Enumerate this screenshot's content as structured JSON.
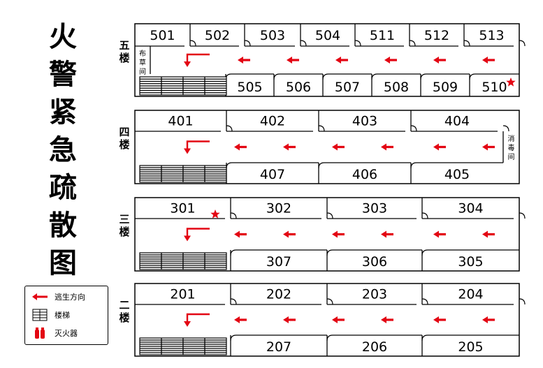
{
  "title": [
    "火",
    "警",
    "紧",
    "急",
    "疏",
    "散",
    "图"
  ],
  "colors": {
    "arrow": "#e30613",
    "line": "#000000",
    "star": "#e30613"
  },
  "floors": [
    {
      "id": "5",
      "label": "五楼",
      "top_rooms": [
        "501",
        "502",
        "503",
        "504",
        "511",
        "512",
        "513"
      ],
      "bottom_rooms": [
        "505",
        "506",
        "507",
        "508",
        "509",
        "510"
      ],
      "side_room": "布草间",
      "extinguisher_room": "510"
    },
    {
      "id": "4",
      "label": "四楼",
      "top_rooms": [
        "401",
        "402",
        "403",
        "404"
      ],
      "bottom_rooms": [
        "407",
        "406",
        "405"
      ],
      "side_room": "消毒间"
    },
    {
      "id": "3",
      "label": "三楼",
      "top_rooms": [
        "301",
        "302",
        "303",
        "304"
      ],
      "bottom_rooms": [
        "307",
        "306",
        "305"
      ],
      "extinguisher_room": "301"
    },
    {
      "id": "2",
      "label": "二楼",
      "top_rooms": [
        "201",
        "202",
        "203",
        "204"
      ],
      "bottom_rooms": [
        "207",
        "206",
        "205"
      ]
    }
  ],
  "legend": [
    {
      "icon": "arrow-icon",
      "label": "逃生方向"
    },
    {
      "icon": "stairs-icon",
      "label": "楼梯"
    },
    {
      "icon": "extinguisher-icon",
      "label": "灭火器"
    }
  ]
}
